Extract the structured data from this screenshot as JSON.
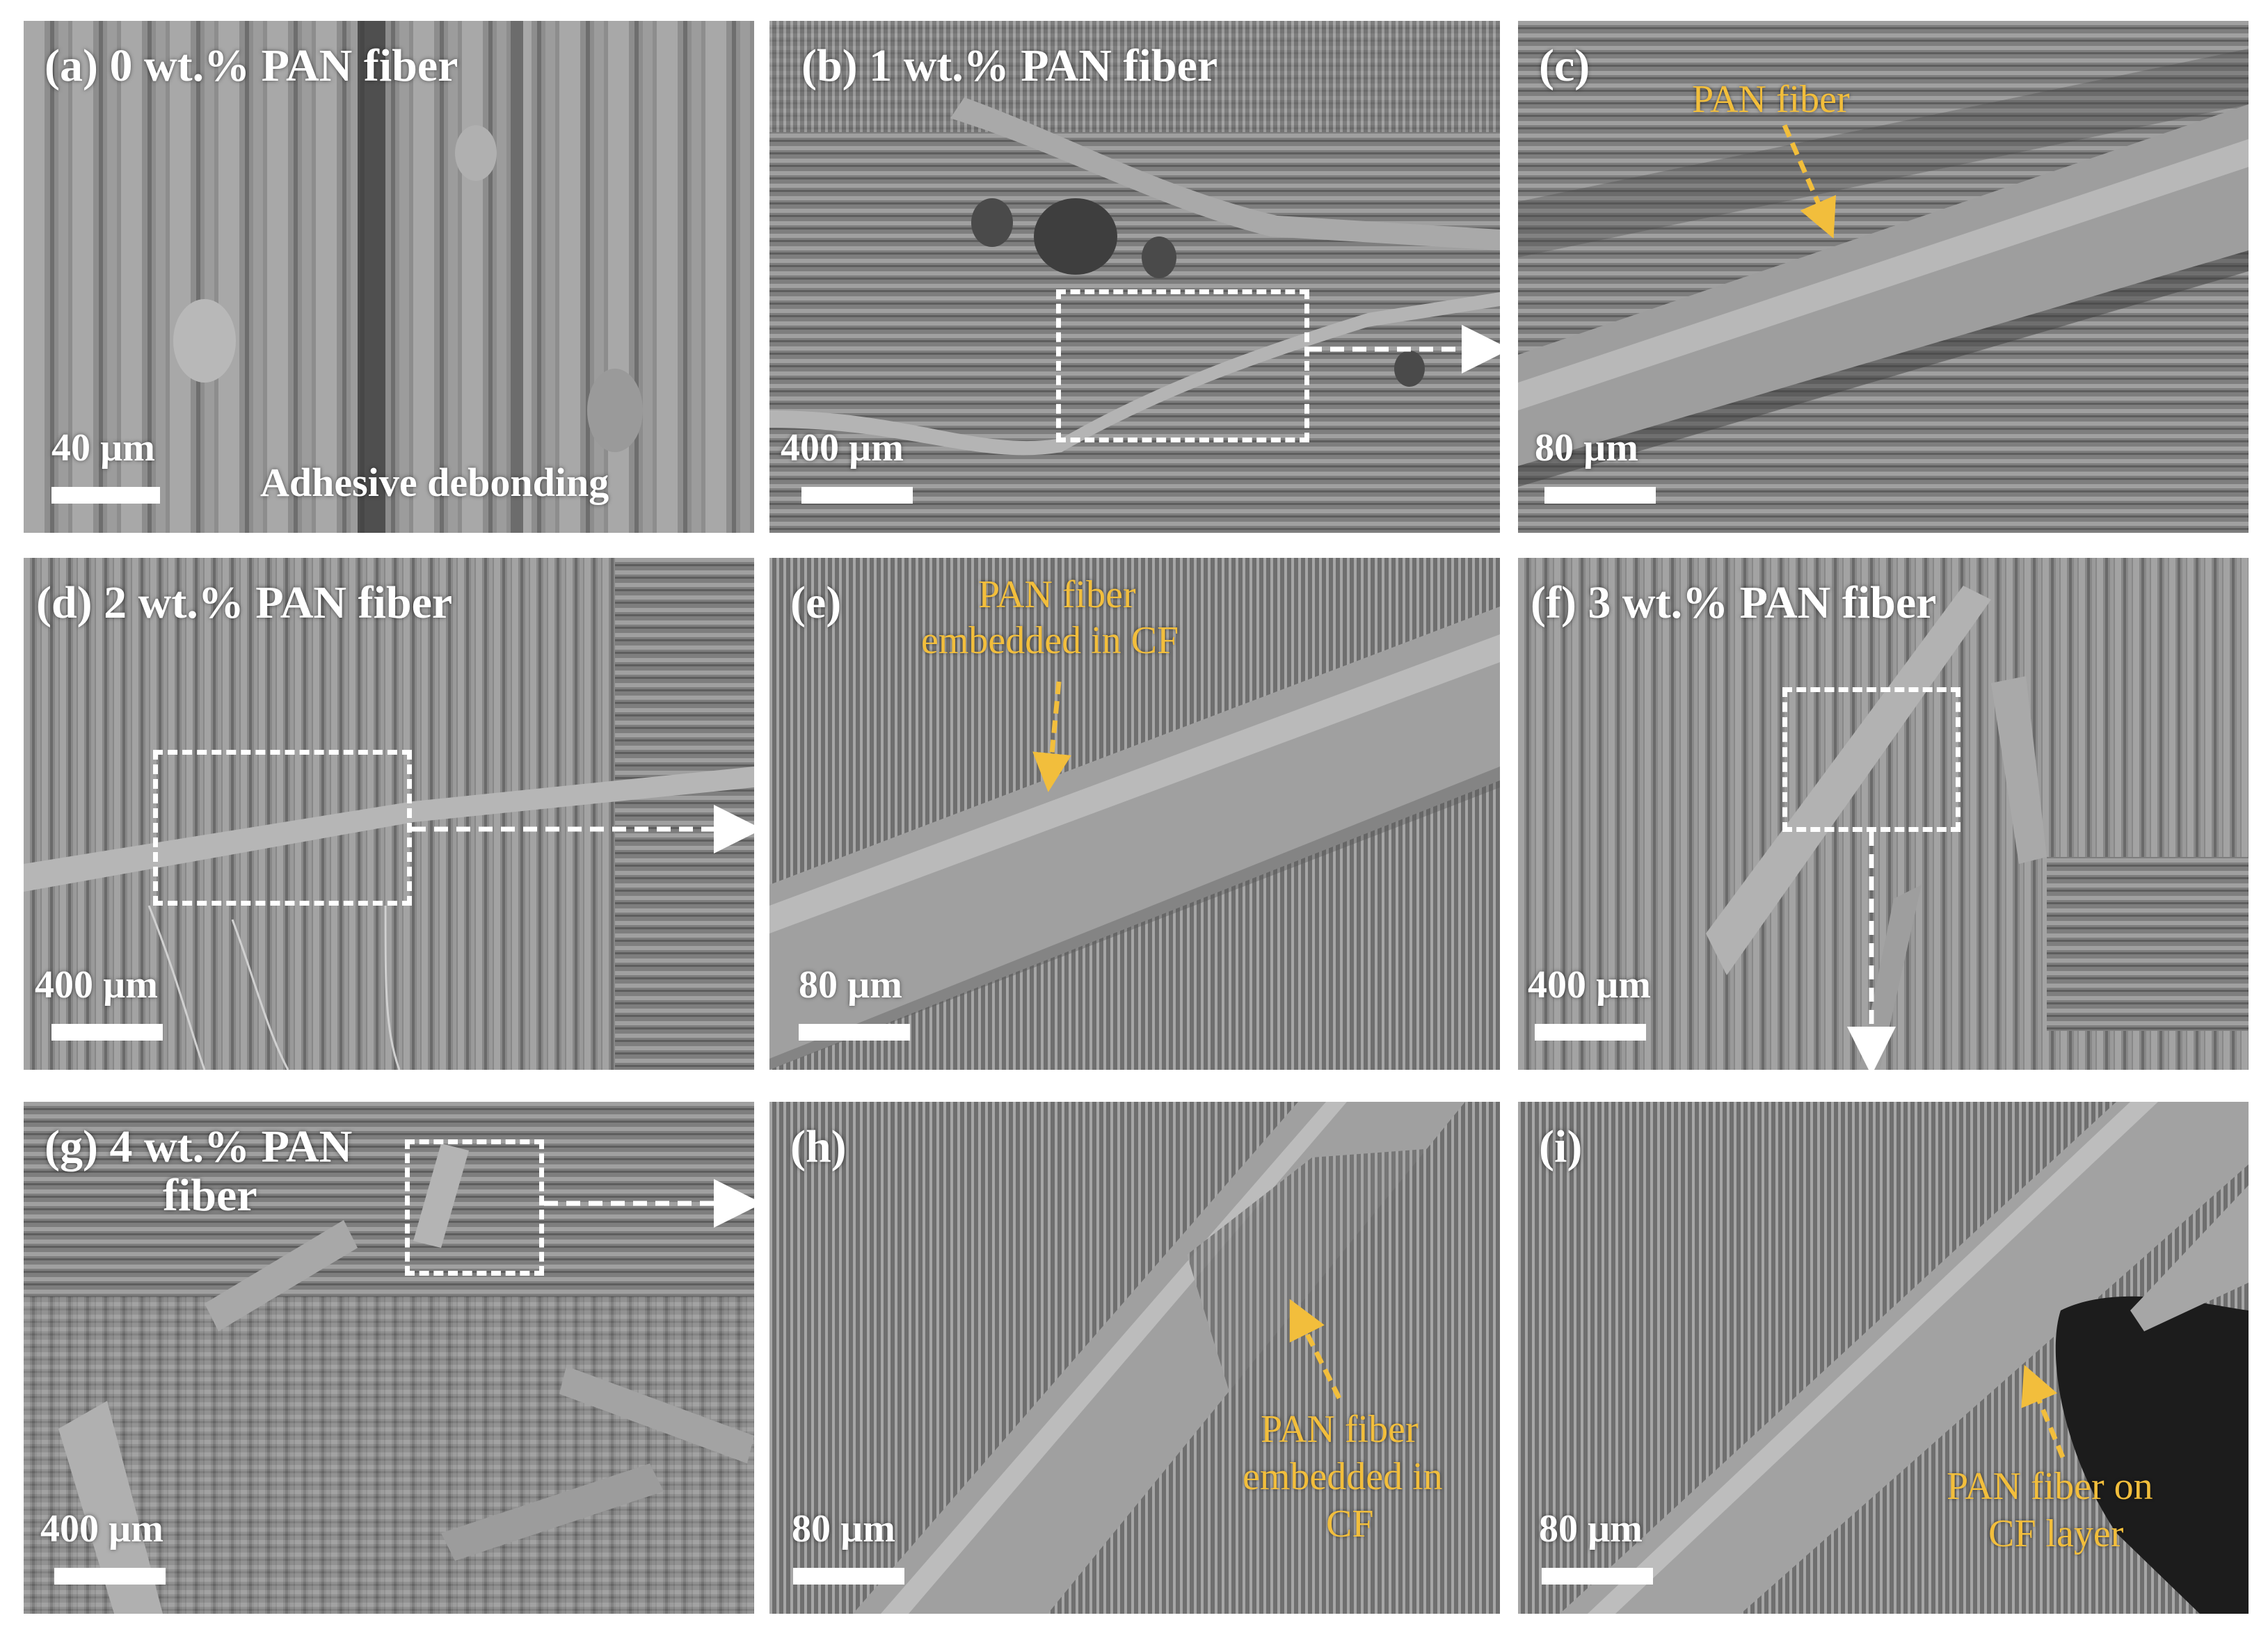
{
  "panels": {
    "a": {
      "label": "(a) 0 wt.% PAN fiber",
      "scale": "40 µm",
      "note": "Adhesive debonding"
    },
    "b": {
      "label": "(b) 1 wt.% PAN fiber",
      "scale": "400 µm"
    },
    "c": {
      "label": "(c)",
      "scale": "80 µm",
      "annotation": "PAN fiber"
    },
    "d": {
      "label": "(d) 2 wt.% PAN fiber",
      "scale": "400 µm"
    },
    "e": {
      "label": "(e)",
      "scale": "80 µm",
      "annotation_line1": "PAN fiber",
      "annotation_line2": "embedded in CF"
    },
    "f": {
      "label": "(f) 3 wt.% PAN fiber",
      "scale": "400 µm"
    },
    "g": {
      "label_line1": "(g) 4 wt.% PAN",
      "label_line2": "fiber",
      "scale": "400 µm"
    },
    "h": {
      "label": "(h)",
      "scale": "80 µm",
      "annotation_line1": "PAN fiber",
      "annotation_line2": "embedded in",
      "annotation_line3": "CF"
    },
    "i": {
      "label": "(i)",
      "scale": "80 µm",
      "annotation_line1": "PAN fiber on",
      "annotation_line2": "CF layer"
    }
  },
  "colors": {
    "annotation": "#f2be3c",
    "label": "#ffffff"
  }
}
